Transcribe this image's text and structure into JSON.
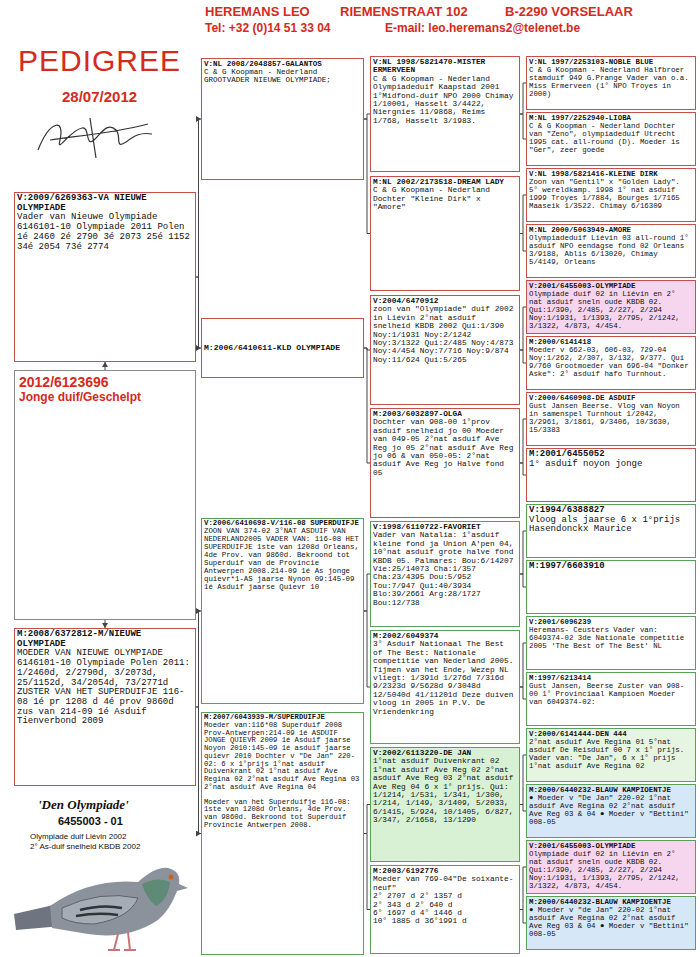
{
  "diagram": {
    "title": "PEDIGREE",
    "nodes": [
      {
        "text": [
          "V:2009/6269363-VA NIEUWE OLYMPIADE",
          "Vader van Nieuwe Olympiade 6146101-10 Olympiade 2011 Polen 1é 2460 2é 2790 3é 2073 25é 1152 34é 2054 73é 2774"
        ]
      },
      {
        "text": [
          "2012/6123696",
          "Jonge duif/Geschelpt"
        ]
      },
      {
        "text": [
          "M:2008/6372812-M/NIEUWE OLYMPIADE",
          "MOEDER VAN NIEUWE OLYMPIADE 6146101-10 Olympiade Polen 2011: 1/2460d, 2/2790d, 3/2073d, 25/1152d, 34/2054d, 73/2771d ZUSTER VAN HET SUPERDUIFJE 116-08 1é pr 1208 d 4é prov 9860d zus van 214-09 1é Asduif Tienverbond 2009"
        ]
      },
      {
        "text": [
          "V:NL 2008/2048857-GALANTOS",
          "C & G Koopman - Nederland GROOTVADER NIEUWE OLYMPIADE;"
        ]
      },
      {
        "text": [
          "M:2006/6410611-KLD OLYMPIADE"
        ]
      },
      {
        "text": [
          "V:2006/6410698-V/116-08 SUPERDUIFJE",
          "ZOON VAN 374-02 3°NAT ASDUIF VAN NEDERLAND2005 VADER VAN: 116-08 HET SUPERDUIFJE 1ste van 1208d Orleans, 4de Prov. van 9860d. Bekroond tot Superduif van de Provincie Antwerpen 2008.214-09 1é As jonge quievr*1-AS jaarse Nynon 09:145-09 1é Asduif jaarse Quievr 10"
        ]
      },
      {
        "text": [
          "M:2007/6043939-M/SUPERDUIFJE",
          "Moeder van:116*08 Superduif 2008 Prov-Antwerpen:214-09 1é ASDUIF JONGE QUIEVR 2009 1é Asduif jaarse Noyon 2010:145-09 1é asduif jaarse quievr 2010 Dochter v \"De Jan\" 220-02: 6 x 1°prijs 1°nat asduif Duivenkrant 02 1°nat asduif Ave Regina 02 2°nat asduif Ave Regina 03 2°nat asduif Ave Regina 04",
          "Moeder van het Superduifje 116-08: 1ste van 1208d Orleans, 4de Prov. van 9860d. Bekroond tot Superduif Provincie Antwerpen 2008."
        ]
      },
      {
        "text": [
          "V:NL 1998/5821470-MISTER ERMERVEEN",
          "C & G Koopman - Nederland Olympiadeduif Kaapstad 2001 1°Midfond-duif NPO 2000 Chimay 1/10001, Hasselt 3/4422, Niergnies 11/9868, Reims 1/768, Hasselt 3/1983."
        ]
      },
      {
        "text": [
          "M:NL 2002/2173518-DREAM LADY",
          "C & G Koopman - Nederland Dochter \"Kleine Dirk\" x \"Amore\""
        ]
      },
      {
        "text": [
          "V:2004/6470912",
          "zoon van \"Olympiade\" duif 2002 in Liévin 2°nat asduif snelheid KBDB 2002 Qui:1/390 Noy:1/1931 Noy:2/1242 Noy:3/1322 Qui:2/485 Noy:4/873 Noy:4/454 Noy:7/716 Noy:9/874 Noy:11/624 Qui:5/265"
        ]
      },
      {
        "text": [
          "M:2003/6032897-OLGA",
          "Dochter van 908-00 1°prov asduif snelheid jo 00 Moeder van 049-05 2°nat asduif Ave Reg jo 05 2°nat asduif Ave Reg jo 06 & van 050-05: 2°nat asduif Ave Reg jo Halve fond 05"
        ]
      },
      {
        "text": [
          "V:1998/6110722-FAVORIET",
          "Vader van Natalia: 1°asduif kleine fond ja Union A'pen 04, 10°nat asduif grote halve fond KBDB 05. Palmares: Bou:6/14207 Vie:25/14073 Cha:1/357 Cha:23/4395 Dou:5/952 Tou:7/947 Qui:40/3934 Blo:39/2661 Arg:28/1727 Bou:12/738"
        ]
      },
      {
        "text": [
          "M:2002/6049374",
          "3° Asduif Nationaal The Best of The Best: Nationale competitie van Nederland 2005. Tijmen van het Ende, Wezep NL vliegt: 1/391d 1/276d 7/316d 9/2323d 9/5628d 9/3048d 12/5040d 41/11201d Deze duiven vloog in 2005 in P.V. De Vriendenkring"
        ]
      },
      {
        "text": [
          "V:2002/6113220-DE JAN",
          "1°nat asduif Duivenkrant 02 1°nat asduif Ave Reg 02 2°nat asduif Ave Reg 03 2°nat asduif Ave Reg 04 6 x 1° prijs. Qui: 1/1214, 1/531, 1/341, 1/300, 1/214, 1/149, 3/1409, 5/2033, 6/1415, 5/924, 10/1405, 6/827, 3/347, 2/1658, 13/1290"
        ]
      },
      {
        "text": [
          "M:2003/6192776",
          "Moeder van 769-04\"De soixante-neuf\"",
          "2° 2707 d 2° 1357 d",
          "2° 343 d 2° 640 d",
          "6° 1697 d 4° 1446 d",
          "10° 1885 d 36°1991 d"
        ]
      },
      {
        "text": [
          "V:NL 1997/2253103-NOBLE BLUE",
          "C & G Koopman - Nederland Halfbroer stamduif 949 G.Prange Vader van o.a. Miss Ermerveen (1° NPO Troyes in 2000)"
        ]
      },
      {
        "text": [
          "M:NL 1997/2252940-LIOBA",
          "C & G Koopman - Nederland Dochter van \"Zeno\", olympiadeduif Utrecht 1995 cat. all-round (D). Moeder is \"Ger\", zeer goede"
        ]
      },
      {
        "text": [
          "V:NL 1998/5821416-KLEINE DIRK",
          "Zoon van \"Gentil\" x \"Golden Lady\". 5° wereldkamp. 1998 1° nat asduif 1999 Troyes 1/7884, Bourges 1/7165 Maaseik 1/3522. Chimay 6/16309"
        ]
      },
      {
        "text": [
          "M:NL 2000/5063949-AMORE",
          "Olympiadeduif Liévin 03 all-round 1° asduif NPO eendagse fond 02 Orleans 3/9188, Ablis 6/13020, Chimay 5/4149, Orleans"
        ]
      },
      {
        "text": [
          "V:2001/6455003-OLYMPIADE",
          "Olympiade duif 02 in Liévin en 2° nat asduif sneln oude KBDB 02. Qui:1/390, 2/485, 2/227, 2/294 Noy:1/1931, 1/1393, 2/795, 2/1242, 3/1322, 4/873, 4/454."
        ]
      },
      {
        "text": [
          "M:2000/6141418",
          "Moeder v 662-03, 606-03, 729-04 Noy:1/262, 2/307, 3/132, 9/377. Qui 9/760 Grootmoeder van 696-04 \"Donker Aske\": 2° asduif hafo Turnhout."
        ]
      },
      {
        "text": [
          "V:2000/6460908-DE ASDUIF",
          "Gust Jansen Beerse. Vlog van Noyon in samenspel Turnhout 1/2042, 3/2961, 3/1861, 9/3406, 10/3630, 15/3383"
        ]
      },
      {
        "text": [
          "M:2001/6455052",
          "1° asduif noyon jonge"
        ]
      },
      {
        "text": [
          "V:1994/6388827",
          "Vloog als jaarse 6 x 1°prijs Hasendonckx Maurice"
        ]
      },
      {
        "text": [
          "M:1997/6603910"
        ]
      },
      {
        "text": [
          "V:2001/6096239",
          "Heremans- Ceusters Vader van: 6049374-02 3de Nationale competitie 2005 'The Best of The Best' NL"
        ]
      },
      {
        "text": [
          "M:1997/6213414",
          "Gust Jansen, Beerse Zuster van 908-00 1° Provinciaal Kampioen Moeder van 6049374-02:"
        ]
      },
      {
        "text": [
          "V:2000/6141444-DEN 444",
          "2°nat asduif Ave Regina 01 5°nat asduif De Reisduif 00 7 x 1° prijs. Vader van: \"De Jan\", 6 x 1° prijs 1°nat asduif Ave Regina 02"
        ]
      },
      {
        "text": [
          "M:2000/6440232-BLAUW KAMPIOENTJE",
          "● Moeder v \"De Jan\" 220-02 1°nat asduif Ave Regina 02 2°nat asduif Ave Reg 03 & 04 ● Moeder v \"Bettini\" 008-05"
        ]
      },
      {
        "text": [
          "V:2001/6455003-OLYMPIADE",
          "Olympiade duif 02 in Liévin en 2° nat asduif sneln oude KBDB 02. Qui:1/390, 2/485, 2/227, 2/294 Noy:1/1931, 1/1393, 2/795, 2/1242, 3/1322, 4/873, 4/454."
        ]
      },
      {
        "text": [
          "M:2000/6440232-BLAUW KAMPIOENTJE",
          "● Moeder v \"de Jan\" 220-02 1°nat asduif Ave Regina 02 2°nat asduif Ave Reg 03 & 04 ● Moeder v \"Bettini\" 008-05"
        ]
      }
    ],
    "edges": [
      {
        "from": 1,
        "to": 0,
        "arrow": "to"
      },
      {
        "from": 1,
        "to": 2,
        "arrow": "to"
      },
      {
        "from": 0,
        "to": 3,
        "arrow": "to"
      },
      {
        "from": 0,
        "to": 4,
        "arrow": "to"
      },
      {
        "from": 2,
        "to": 5,
        "arrow": "to"
      },
      {
        "from": 2,
        "to": 6,
        "arrow": "to"
      },
      {
        "from": 3,
        "to": 7,
        "arrow": "none"
      },
      {
        "from": 3,
        "to": 8,
        "arrow": "none"
      },
      {
        "from": 4,
        "to": 9,
        "arrow": "none"
      },
      {
        "from": 4,
        "to": 10,
        "arrow": "none"
      },
      {
        "from": 5,
        "to": 11,
        "arrow": "none"
      },
      {
        "from": 5,
        "to": 12,
        "arrow": "none"
      },
      {
        "from": 6,
        "to": 13,
        "arrow": "none"
      },
      {
        "from": 6,
        "to": 14,
        "arrow": "none"
      },
      {
        "from": 7,
        "to": 15,
        "arrow": "none"
      },
      {
        "from": 7,
        "to": 16,
        "arrow": "none"
      },
      {
        "from": 8,
        "to": 17,
        "arrow": "none"
      },
      {
        "from": 8,
        "to": 18,
        "arrow": "none"
      },
      {
        "from": 9,
        "to": 19,
        "arrow": "none"
      },
      {
        "from": 9,
        "to": 20,
        "arrow": "none"
      },
      {
        "from": 10,
        "to": 21,
        "arrow": "none"
      },
      {
        "from": 10,
        "to": 22,
        "arrow": "none"
      },
      {
        "from": 11,
        "to": 23,
        "arrow": "none"
      },
      {
        "from": 11,
        "to": 24,
        "arrow": "none"
      },
      {
        "from": 12,
        "to": 25,
        "arrow": "none"
      },
      {
        "from": 12,
        "to": 26,
        "arrow": "none"
      },
      {
        "from": 13,
        "to": 27,
        "arrow": "none"
      },
      {
        "from": 13,
        "to": 28,
        "arrow": "none"
      },
      {
        "from": 14,
        "to": 29,
        "arrow": "none"
      },
      {
        "from": 14,
        "to": 30,
        "arrow": "none"
      }
    ],
    "labels": [
      "HEREMANS LEO",
      "RIEMENSTRAAT 102",
      "B-2290 VORSELAAR",
      "Tel: +32 (0)14 51 33 04",
      "E-mail: leo.heremans2@telenet.be",
      "28/07/2012",
      "'Den Olympiade'",
      "6455003 - 01",
      "Olympiade duif Liévin 2002",
      "2° As-duif snelheid KBDB 2002"
    ]
  }
}
